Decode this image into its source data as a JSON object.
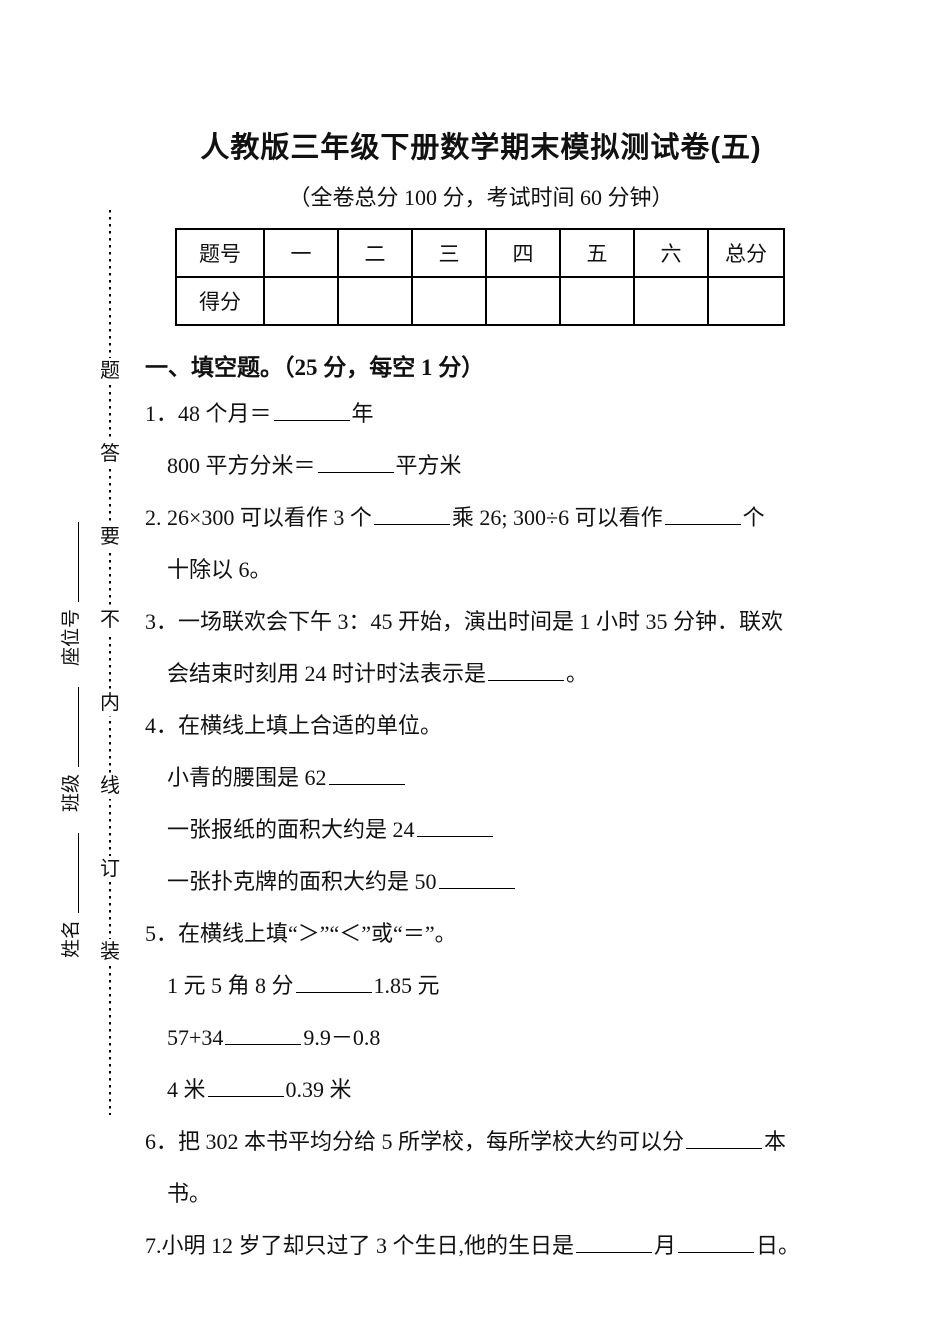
{
  "header": {
    "title": "人教版三年级下册数学期末模拟测试卷(五)",
    "subtitle": "（全卷总分 100 分，考试时间 60 分钟）"
  },
  "score_table": {
    "header_row": [
      "题号",
      "一",
      "二",
      "三",
      "四",
      "五",
      "六",
      "总分"
    ],
    "score_row": [
      "得分",
      "",
      "",
      "",
      "",
      "",
      "",
      ""
    ]
  },
  "margin": {
    "binding_chars": [
      "题",
      "答",
      "要",
      "不",
      "内",
      "线",
      "订",
      "装"
    ],
    "name_label": "姓名",
    "class_label": "班级",
    "seat_label": "座位号"
  },
  "section": {
    "heading": "一、填空题。（25 分，每空 1 分）"
  },
  "questions": [
    {
      "lines": [
        {
          "indent": false,
          "text": "1．48 个月＝___年"
        },
        {
          "indent": true,
          "text": "800 平方分米＝___平方米"
        }
      ]
    },
    {
      "lines": [
        {
          "indent": false,
          "text": "2. 26×300 可以看作 3 个___乘 26; 300÷6 可以看作___个"
        },
        {
          "indent": true,
          "text": "十除以 6。"
        }
      ]
    },
    {
      "lines": [
        {
          "indent": false,
          "text": "3．一场联欢会下午 3：45 开始，演出时间是 1 小时 35 分钟．联欢"
        },
        {
          "indent": true,
          "text": "会结束时刻用 24 时计时法表示是___。"
        }
      ]
    },
    {
      "lines": [
        {
          "indent": false,
          "text": "4．在横线上填上合适的单位。"
        },
        {
          "indent": true,
          "text": "小青的腰围是 62___"
        },
        {
          "indent": true,
          "text": "一张报纸的面积大约是 24___"
        },
        {
          "indent": true,
          "text": "一张扑克牌的面积大约是 50___"
        }
      ]
    },
    {
      "lines": [
        {
          "indent": false,
          "text": "5．在横线上填“＞”“＜”或“＝”。"
        },
        {
          "indent": true,
          "text": "1 元 5 角 8 分___1.85 元"
        },
        {
          "indent": true,
          "text": "57+34___9.9－0.8"
        },
        {
          "indent": true,
          "text": "4 米___0.39 米"
        }
      ]
    },
    {
      "lines": [
        {
          "indent": false,
          "text": "6．把 302 本书平均分给 5 所学校，每所学校大约可以分___本"
        },
        {
          "indent": true,
          "text": "书。"
        }
      ]
    },
    {
      "lines": [
        {
          "indent": false,
          "text": "7.小明 12 岁了却只过了 3 个生日,他的生日是___月___日。"
        }
      ]
    }
  ]
}
